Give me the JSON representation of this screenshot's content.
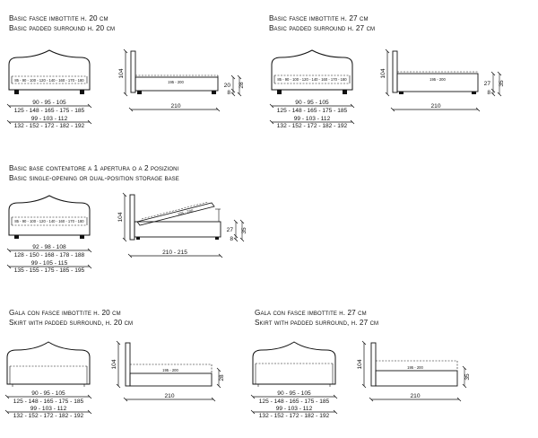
{
  "sections": [
    {
      "id": "basic20",
      "title_it": "Basic fasce imbottite h. 20 cm",
      "title_en": "Basic padded surround h. 20 cm",
      "front_inner_widths": "85 - 90 - 100 - 120 - 140 - 160 - 170 - 180",
      "front_dim_1a": "90 - 95 - 105",
      "front_dim_1b": "125 - 148 - 165 - 175 - 185",
      "front_dim_2a": "99 - 103 - 112",
      "front_dim_2b": "132 - 152 - 172 - 182 - 192",
      "side_height": "104",
      "side_mattress": "195 - 200",
      "side_length": "210",
      "side_dim_a": "20",
      "side_dim_b": "8",
      "side_dim_c": "28"
    },
    {
      "id": "basic27",
      "title_it": "Basic fasce imbottite h. 27 cm",
      "title_en": "Basic padded surround h. 27 cm",
      "front_inner_widths": "85 - 90 - 100 - 120 - 140 - 160 - 170 - 180",
      "front_dim_1a": "90 - 95 - 105",
      "front_dim_1b": "125 - 148 - 165 - 175 - 185",
      "front_dim_2a": "99 - 103 - 112",
      "front_dim_2b": "132 - 152 - 172 - 182 - 192",
      "side_height": "104",
      "side_mattress": "195 - 200",
      "side_length": "210",
      "side_dim_a": "27",
      "side_dim_b": "8",
      "side_dim_c": "35"
    },
    {
      "id": "storage",
      "title_it": "Basic base contenitore a 1 apertura o a 2 posizioni",
      "title_en": "Basic single-opening or dual-position storage base",
      "front_inner_widths": "85 - 90 - 100 - 120 - 140 - 160 - 170 - 180",
      "front_dim_1a": "92 - 98 - 108",
      "front_dim_1b": "128 - 150 - 168 - 178 - 188",
      "front_dim_2a": "99 - 105 - 115",
      "front_dim_2b": "135 - 155 - 175 - 185 - 195",
      "side_height": "104",
      "side_mattress": "195 - 200",
      "side_length": "210 - 215",
      "side_dim_a": "27",
      "side_dim_b": "8",
      "side_dim_c": "35"
    },
    {
      "id": "gala20",
      "title_it": "Gala con fasce imbottite h. 20 cm",
      "title_en": "Skirt with padded surround, h. 20 cm",
      "front_dim_1a": "90 - 95 - 105",
      "front_dim_1b": "125 - 148 - 165 - 175 - 185",
      "front_dim_2a": "99 - 103 - 112",
      "front_dim_2b": "132 - 152 - 172 - 182 - 192",
      "side_height": "104",
      "side_mattress": "195 - 200",
      "side_length": "210",
      "side_dim_c": "28"
    },
    {
      "id": "gala27",
      "title_it": "Gala con fasce imbottite h. 27 cm",
      "title_en": "Skirt with padded surround, h. 27 cm",
      "front_dim_1a": "90 - 95 - 105",
      "front_dim_1b": "125 - 148 - 165 - 175 - 185",
      "front_dim_2a": "99 - 103 - 112",
      "front_dim_2b": "132 - 152 - 172 - 182 - 192",
      "side_height": "104",
      "side_mattress": "195 - 200",
      "side_length": "210",
      "side_dim_c": "35"
    }
  ]
}
